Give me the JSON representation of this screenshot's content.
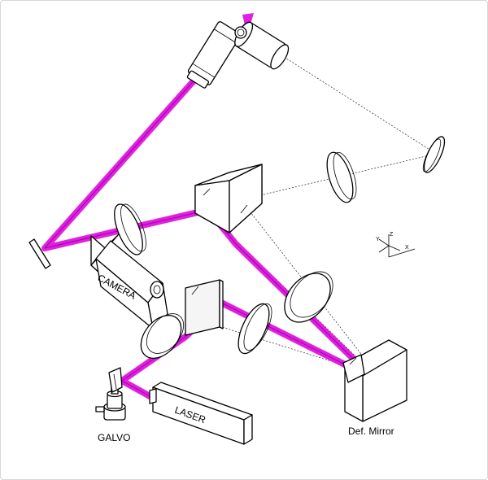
{
  "labels": {
    "camera": "CAMERA",
    "laser": "LASER",
    "galvo": "GALVO",
    "def_mirror": "Def. Mirror"
  },
  "axes": {
    "x": "X",
    "y": "Y",
    "z": "Z"
  },
  "colors": {
    "beam": "#e020e0",
    "beam_core": "#a000a0",
    "ink": "#000000"
  }
}
